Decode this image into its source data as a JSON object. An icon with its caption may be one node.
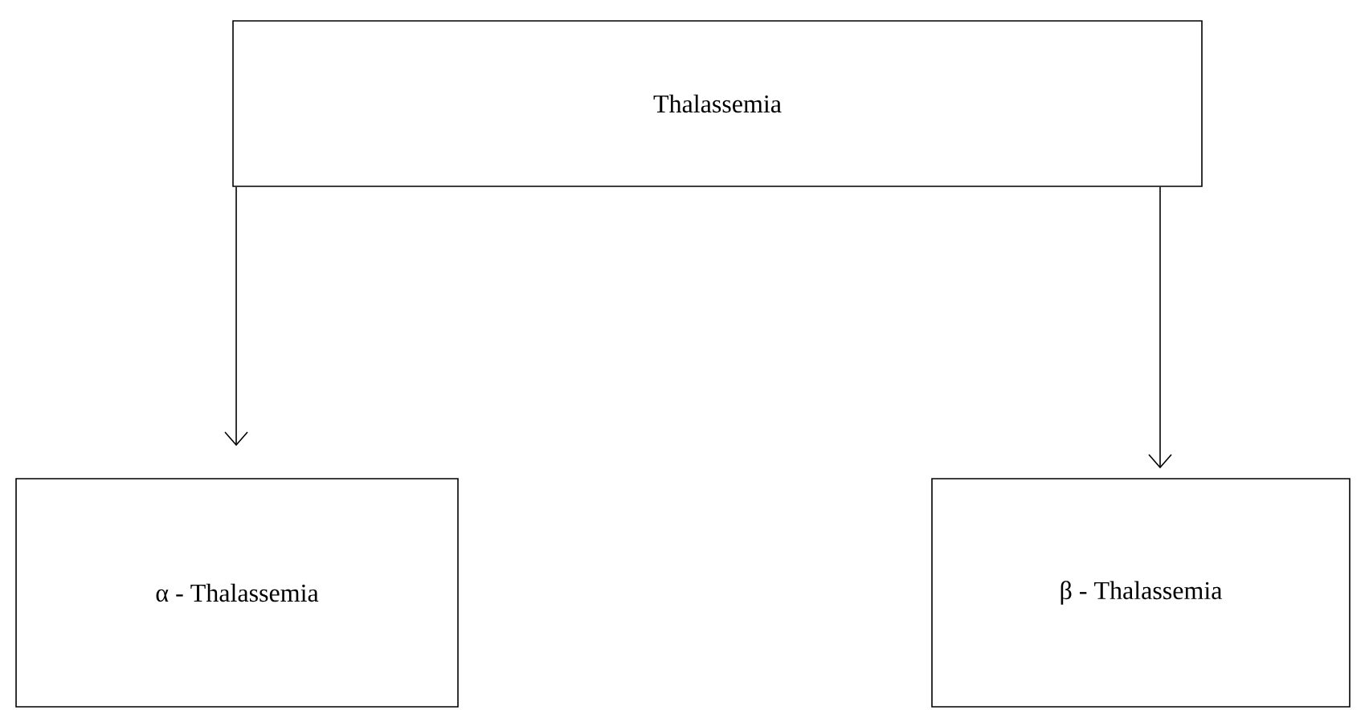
{
  "diagram": {
    "nodes": [
      {
        "text": [
          "Thalassemia"
        ]
      },
      {
        "text": [
          "α - Thalassemia"
        ]
      },
      {
        "text": [
          "β - Thalassemia"
        ]
      }
    ],
    "edges": [
      {
        "from": 0,
        "to": 1,
        "arrow": "to"
      },
      {
        "from": 0,
        "to": 2,
        "arrow": "to"
      }
    ]
  }
}
